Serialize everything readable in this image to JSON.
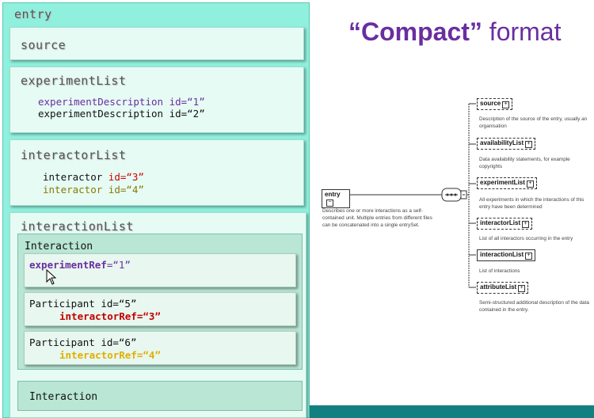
{
  "left": {
    "entry_title": "entry",
    "source_title": "source",
    "experimentList": {
      "title": "experimentList",
      "line1": {
        "name": "experimentDescription",
        "attr": "id=“1”"
      },
      "line2": {
        "name": "experimentDescription",
        "attr": "id=“2”"
      }
    },
    "interactorList": {
      "title": "interactorList",
      "line1": {
        "name": "interactor",
        "attr": "id=“3”"
      },
      "line2": {
        "name": "interactor",
        "attr": "id=“4”"
      }
    },
    "interactionList": {
      "title": "interactionList",
      "interaction_label": "Interaction",
      "experimentRef": {
        "name": "experimentRef",
        "value": "=“1”"
      },
      "participant1": {
        "name": "Participant",
        "attr": "id=“5”",
        "ref_name": "interactorRef",
        "ref_value": "=“3”"
      },
      "participant2": {
        "name": "Participant",
        "attr": "id=“6”",
        "ref_name": "interactorRef",
        "ref_value": "=“4”"
      },
      "interaction2_label": "Interaction"
    }
  },
  "headline": {
    "quoted": "“Compact”",
    "rest": " format"
  },
  "schema": {
    "root": {
      "label": "entry",
      "desc": "Describes one or more interactions as a self-contained unit. Multiple entries from different files can be concatenated into a single entrySet."
    },
    "children": [
      {
        "label": "source",
        "desc": "Description of the source of the entry, usually an organisation"
      },
      {
        "label": "availabilityList",
        "desc": "Data availability statements, for example copyrights"
      },
      {
        "label": "experimentList",
        "desc": "All experiments in which the interactions of this entry have been determined"
      },
      {
        "label": "interactorList",
        "desc": "List of all interactors occurring in the entry"
      },
      {
        "label": "interactionList",
        "desc": "List of interactions"
      },
      {
        "label": "attributeList",
        "desc": "Semi-structured additional description of the data contained in the entry."
      }
    ]
  },
  "colors": {
    "panel": "#e6fbf4",
    "outer": "#8ff0dd",
    "accent_purple": "#6a2ea0",
    "bar": "#127f80"
  }
}
